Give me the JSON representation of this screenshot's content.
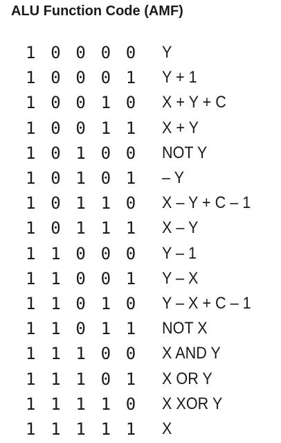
{
  "title": "ALU Function Code (AMF)",
  "rows": [
    {
      "bits": [
        "1",
        "0",
        "0",
        "0",
        "0"
      ],
      "function": "Y"
    },
    {
      "bits": [
        "1",
        "0",
        "0",
        "0",
        "1"
      ],
      "function": "Y + 1"
    },
    {
      "bits": [
        "1",
        "0",
        "0",
        "1",
        "0"
      ],
      "function": "X + Y + C"
    },
    {
      "bits": [
        "1",
        "0",
        "0",
        "1",
        "1"
      ],
      "function": "X + Y"
    },
    {
      "bits": [
        "1",
        "0",
        "1",
        "0",
        "0"
      ],
      "function": "NOT Y"
    },
    {
      "bits": [
        "1",
        "0",
        "1",
        "0",
        "1"
      ],
      "function": "– Y"
    },
    {
      "bits": [
        "1",
        "0",
        "1",
        "1",
        "0"
      ],
      "function": "X – Y + C – 1"
    },
    {
      "bits": [
        "1",
        "0",
        "1",
        "1",
        "1"
      ],
      "function": "X – Y"
    },
    {
      "bits": [
        "1",
        "1",
        "0",
        "0",
        "0"
      ],
      "function": "Y – 1"
    },
    {
      "bits": [
        "1",
        "1",
        "0",
        "0",
        "1"
      ],
      "function": "Y – X"
    },
    {
      "bits": [
        "1",
        "1",
        "0",
        "1",
        "0"
      ],
      "function": "Y – X + C – 1"
    },
    {
      "bits": [
        "1",
        "1",
        "0",
        "1",
        "1"
      ],
      "function": "NOT X"
    },
    {
      "bits": [
        "1",
        "1",
        "1",
        "0",
        "0"
      ],
      "function": "X AND Y"
    },
    {
      "bits": [
        "1",
        "1",
        "1",
        "0",
        "1"
      ],
      "function": "X OR Y"
    },
    {
      "bits": [
        "1",
        "1",
        "1",
        "1",
        "0"
      ],
      "function": "X XOR Y"
    },
    {
      "bits": [
        "1",
        "1",
        "1",
        "1",
        "1"
      ],
      "function": "X"
    }
  ]
}
